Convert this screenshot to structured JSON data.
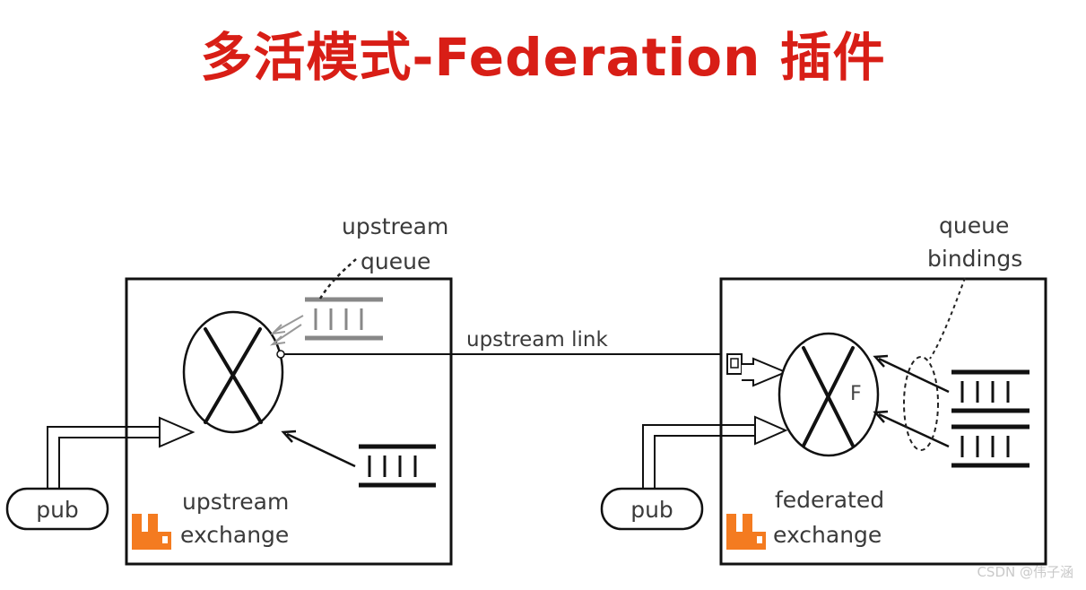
{
  "title": "多活模式-Federation 插件",
  "diagram": {
    "upstream_queue_label": [
      "upstream",
      "queue"
    ],
    "upstream_link_label": "upstream link",
    "queue_bindings_label": [
      "queue",
      "bindings"
    ],
    "pub_left_label": "pub",
    "pub_right_label": "pub",
    "upstream_exchange_label": [
      "upstream",
      "exchange"
    ],
    "federated_exchange_label": [
      "federated",
      "exchange"
    ],
    "federated_marker": "F"
  },
  "colors": {
    "title": "#d81e16",
    "rabbitmq_logo": "#f47b20",
    "stroke": "#1a1a1a"
  },
  "watermark": "CSDN @伟子涵"
}
